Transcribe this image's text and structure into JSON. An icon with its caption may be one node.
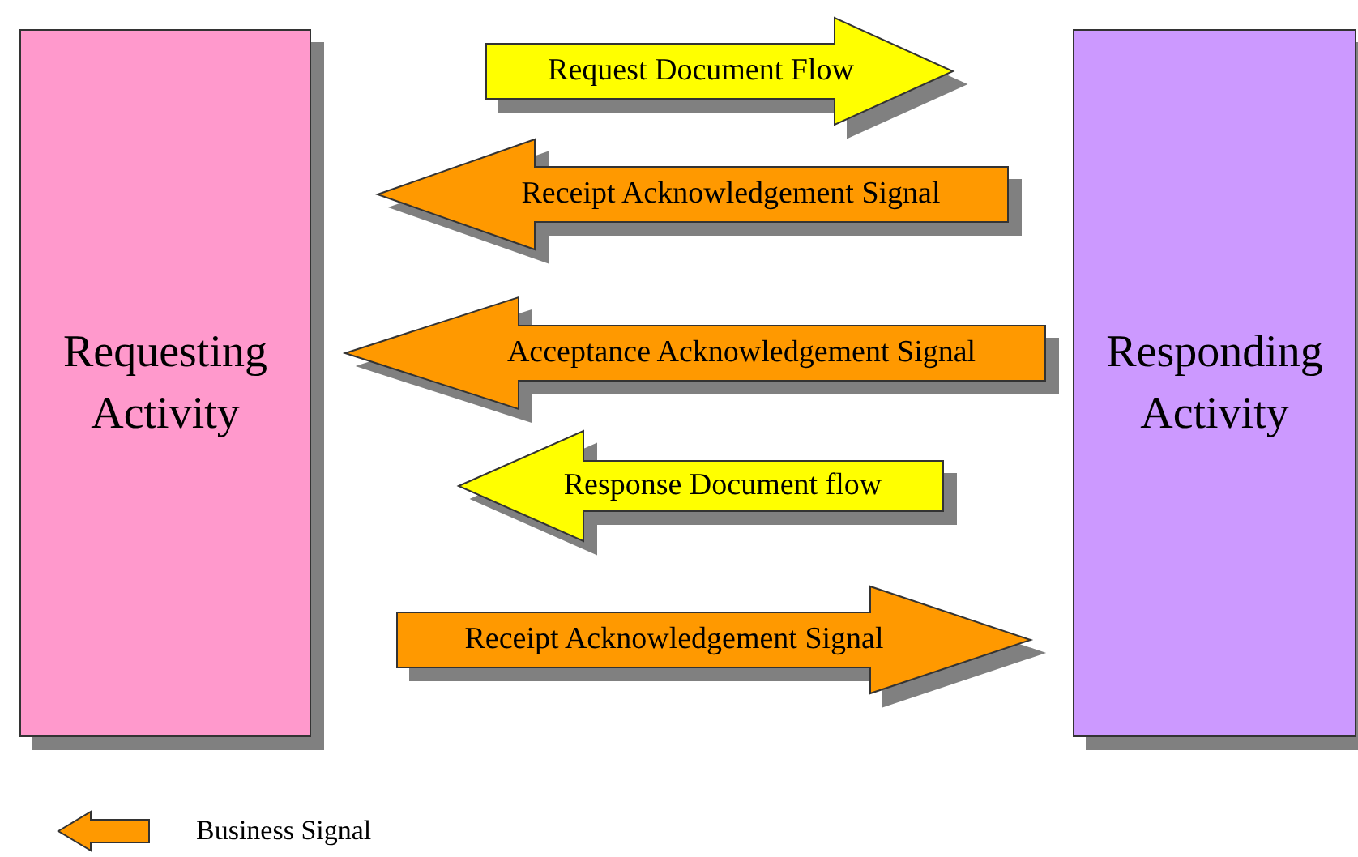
{
  "diagram": {
    "nodes": [
      {
        "text": [
          "Requesting Activity"
        ]
      },
      {
        "text": [
          "Responding Activity"
        ]
      }
    ],
    "edges": [
      {
        "from": 0,
        "to": 1,
        "arrow": "to",
        "label": "Request Document Flow",
        "color": "#ffff00"
      },
      {
        "from": 1,
        "to": 0,
        "arrow": "to",
        "label": "Receipt Acknowledgement Signal"
      },
      {
        "from": 1,
        "to": 0,
        "arrow": "to",
        "label": "Acceptance Acknowledgement Signal"
      },
      {
        "from": 1,
        "to": 0,
        "arrow": "to",
        "label": "Response Document flow",
        "color": "#ffff00"
      },
      {
        "from": 0,
        "to": 1,
        "arrow": "to",
        "label": "Receipt Acknowledgement Signal"
      }
    ],
    "legend": [
      {
        "text": "Business Signal",
        "color": "#ff9900"
      }
    ]
  }
}
